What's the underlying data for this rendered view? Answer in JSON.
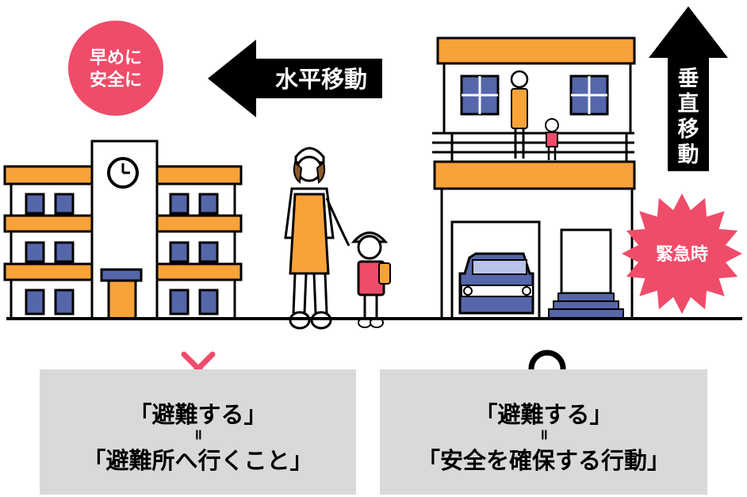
{
  "labels": {
    "early_line1": "早めに",
    "early_line2": "安全に",
    "horizontal": "水平移動",
    "vertical": [
      "垂",
      "直",
      "移",
      "動"
    ],
    "emergency": "緊急時"
  },
  "captions": {
    "left": {
      "line1": "「避難する」",
      "eq": "॥",
      "line2": "「避難所へ行くこと」"
    },
    "right": {
      "line1": "「避難する」",
      "eq": "॥",
      "line2": "「安全を確保する行動」"
    }
  },
  "colors": {
    "orange": "#f8a23a",
    "window": "#5566aa",
    "pink": "#ef4c6a",
    "gray": "#d9d9d9",
    "black": "#000000"
  }
}
